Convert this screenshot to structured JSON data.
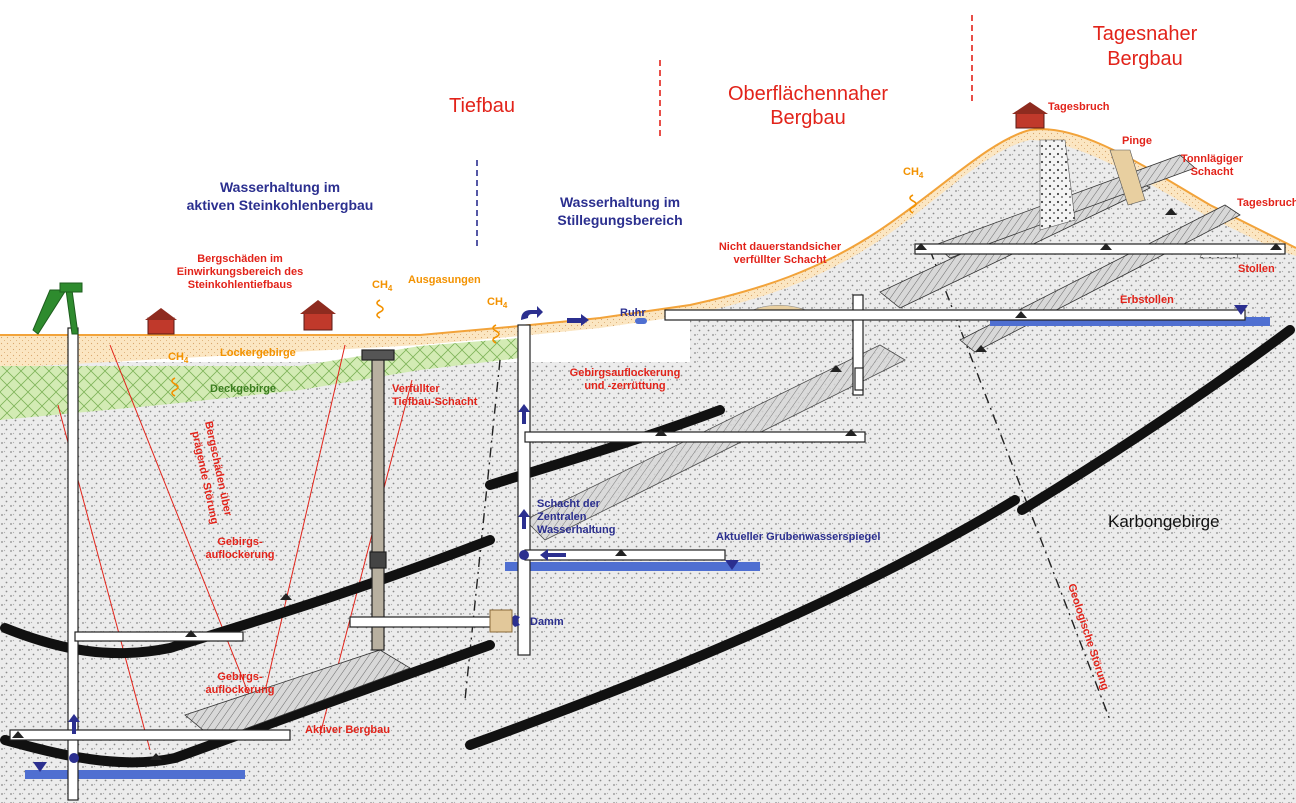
{
  "regions": {
    "tiefbau": "Tiefbau",
    "oberflaechennah_l1": "Oberflächennaher",
    "oberflaechennah_l2": "Bergbau",
    "tagesnah_l1": "Tagesnaher",
    "tagesnah_l2": "Bergbau"
  },
  "water": {
    "active_l1": "Wasserhaltung im",
    "active_l2": "aktiven Steinkohlenbergbau",
    "stilllegung_l1": "Wasserhaltung im",
    "stilllegung_l2": "Stillegungsbereich"
  },
  "labels": {
    "bergschaeden_l1": "Bergschäden im",
    "bergschaeden_l2": "Einwirkungsbereich des",
    "bergschaeden_l3": "Steinkohlentiefbaus",
    "ausgasungen": "Ausgasungen",
    "ch4": "CH",
    "ch4_sub": "4",
    "ruhr": "Ruhr",
    "lockergebirge": "Lockergebirge",
    "deckgebirge": "Deckgebirge",
    "verfuellter_l1": "Verfüllter",
    "verfuellter_l2": "Tiefbau-Schacht",
    "bergschaeden_uebertragung_l1": "Bergschäden über",
    "bergschaeden_uebertragung_l2": "prägende Störung",
    "gebirgsauflockerung_a_l1": "Gebirgs-",
    "gebirgsauflockerung_a_l2": "auflockerung",
    "gebirgsauflockerung_b_l1": "Gebirgs-",
    "gebirgsauflockerung_b_l2": "auflockerung",
    "aktiver_bergbau": "Aktiver Bergbau",
    "gebirgsauflockerung_zerruettung_l1": "Gebirgsauflockerung",
    "gebirgsauflockerung_zerruettung_l2": "und -zerrüttung",
    "schacht_zentral_l1": "Schacht der",
    "schacht_zentral_l2": "Zentralen",
    "schacht_zentral_l3": "Wasserhaltung",
    "grubenwasserspiegel": "Aktueller Grubenwasserspiegel",
    "damm": "Damm",
    "nicht_dauerstandsicher_l1": "Nicht dauerstandsicher",
    "nicht_dauerstandsicher_l2": "verfüllter Schacht",
    "erbstollen": "Erbstollen",
    "tagesbruch_top": "Tagesbruch",
    "pinge": "Pinge",
    "tonnlaegiger_l1": "Tonnlägiger",
    "tonnlaegiger_l2": "Schacht",
    "tagesbruch_right": "Tagesbruch",
    "stollen": "Stollen",
    "karbongebirge": "Karbongebirge",
    "geologische_stoerung": "Geologische Störung"
  },
  "colors": {
    "header_red": "#e2231a",
    "water_label_blue": "#2b2f8f",
    "water_level_blue": "#4f6fd1",
    "loose_rock": "#fbe9c8",
    "cover_rock": "#cfe6ae",
    "carbon_rock": "#e9e9e9",
    "ch4_orange": "#f39200",
    "seam_black": "#111111"
  }
}
